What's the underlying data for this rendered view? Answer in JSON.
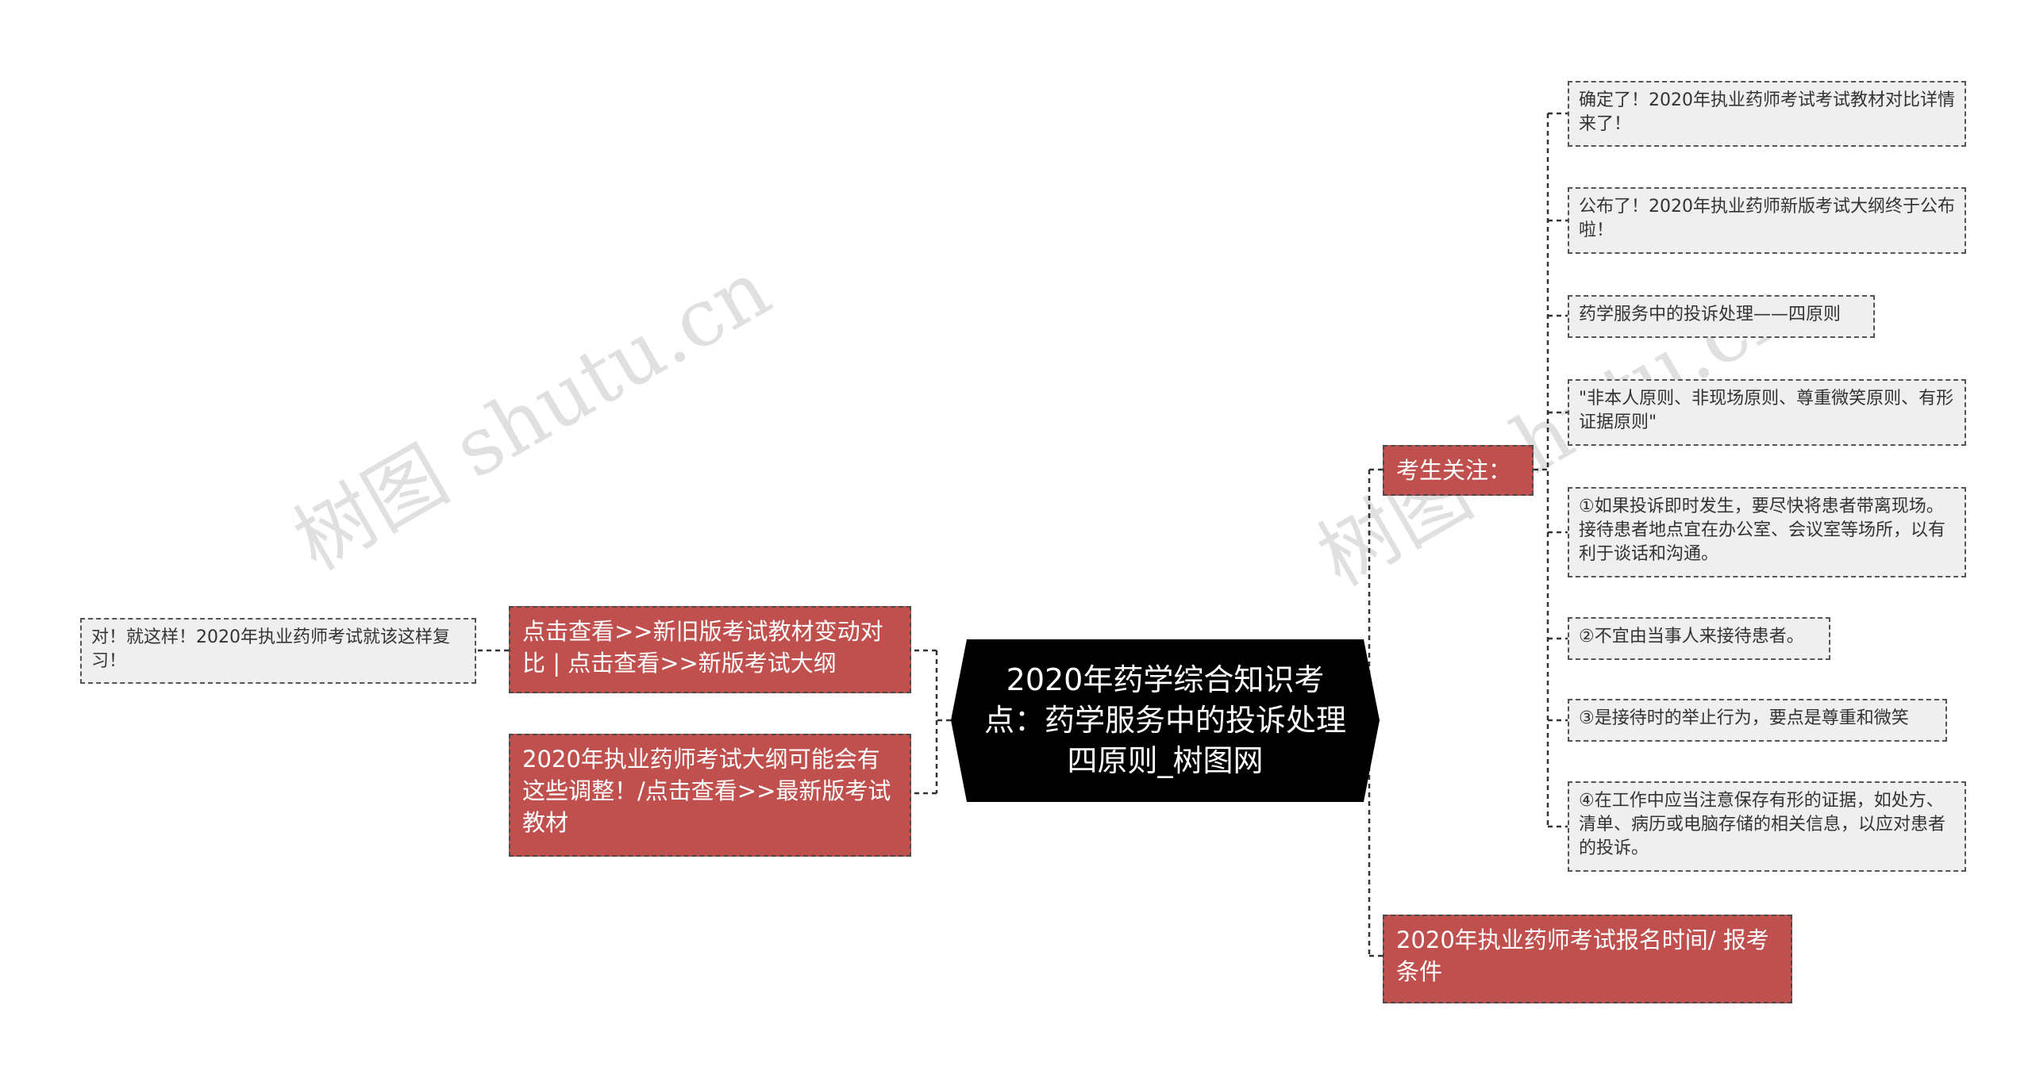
{
  "center": {
    "title": "2020年药学综合知识考点：药学服务中的投诉处理四原则_树图网"
  },
  "left": [
    {
      "label": "点击查看>>新旧版考试教材变动对比 | 点击查看>>新版考试大纲",
      "children": [
        {
          "label": "对！就这样！2020年执业药师考试就该这样复习！"
        }
      ]
    },
    {
      "label": "2020年执业药师考试大纲可能会有这些调整！/点击查看>>最新版考试教材",
      "children": []
    }
  ],
  "right": [
    {
      "label": "考生关注：",
      "children": [
        {
          "label": "确定了！2020年执业药师考试考试教材对比详情来了！"
        },
        {
          "label": "公布了！2020年执业药师新版考试大纲终于公布啦！"
        },
        {
          "label": "药学服务中的投诉处理——四原则"
        },
        {
          "label": "\"非本人原则、非现场原则、尊重微笑原则、有形证据原则\""
        },
        {
          "label": "①如果投诉即时发生，要尽快将患者带离现场。接待患者地点宜在办公室、会议室等场所，以有利于谈话和沟通。"
        },
        {
          "label": "②不宜由当事人来接待患者。"
        },
        {
          "label": "③是接待时的举止行为，要点是尊重和微笑"
        },
        {
          "label": "④在工作中应当注意保存有形的证据，如处方、清单、病历或电脑存储的相关信息，以应对患者的投诉。"
        }
      ]
    },
    {
      "label": "2020年执业药师考试报名时间/ 报考条件",
      "children": []
    }
  ],
  "watermark": "树图 shutu.cn",
  "colors": {
    "center": "#000000",
    "topic": "#c0504d",
    "leaf": "#efefef",
    "line": "#333333"
  }
}
